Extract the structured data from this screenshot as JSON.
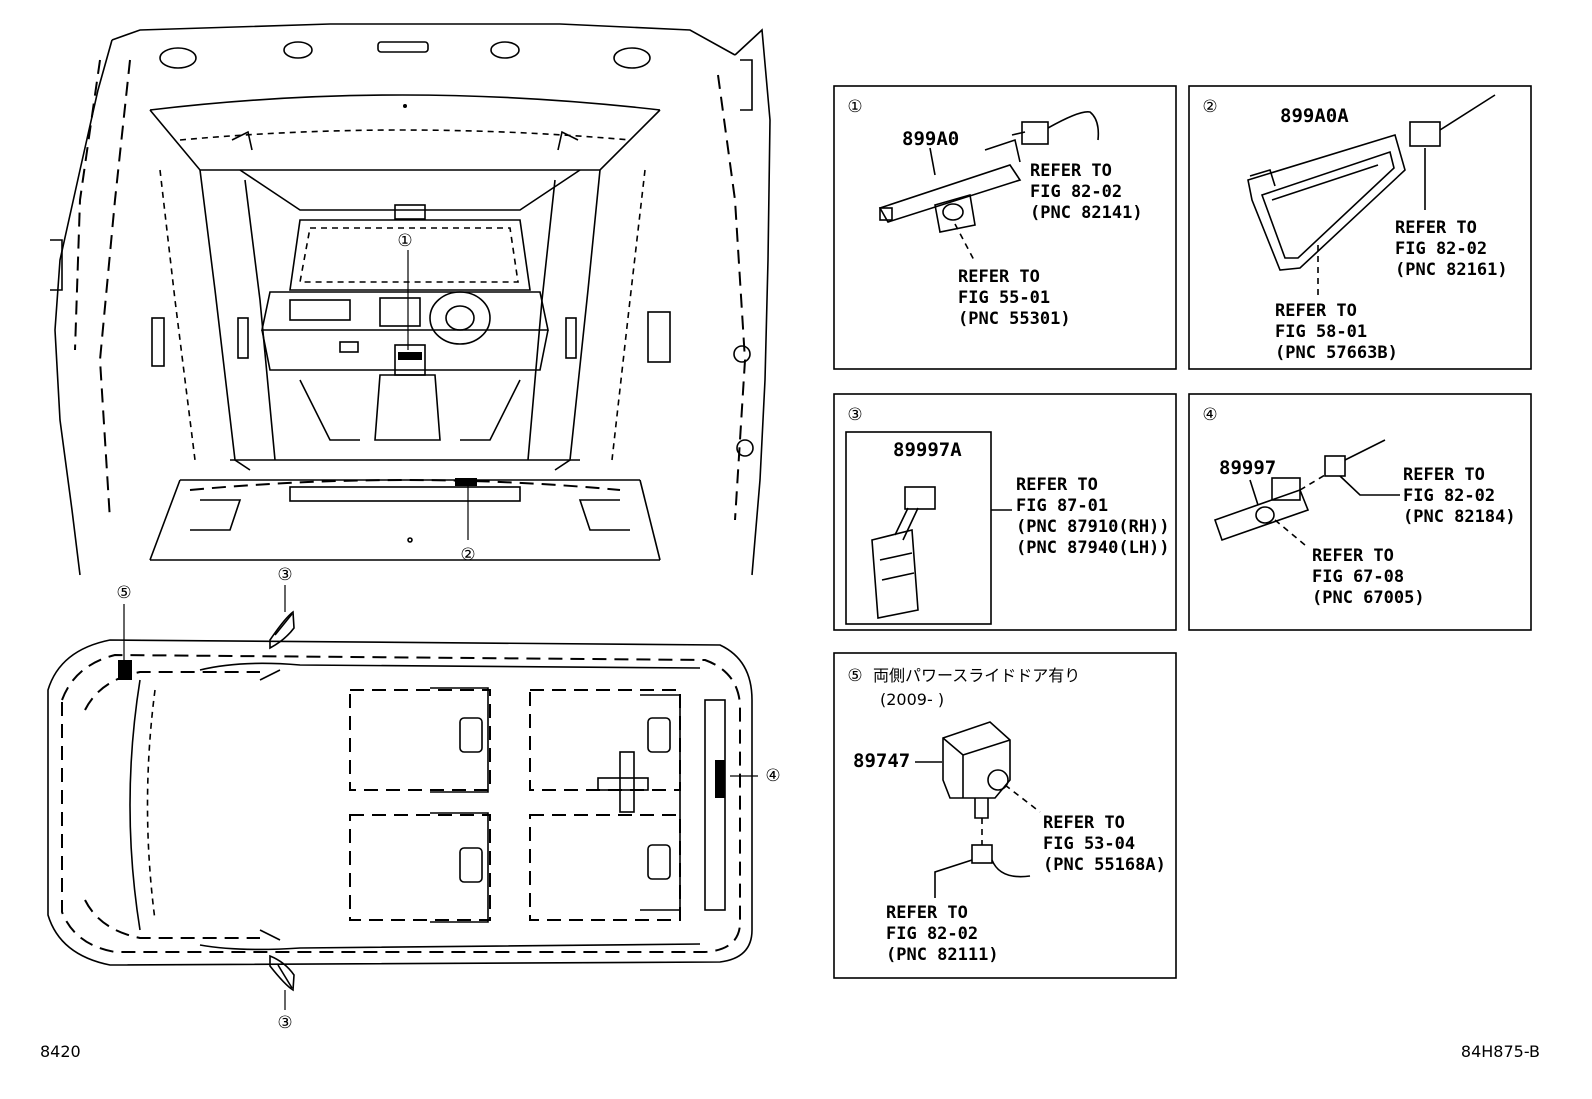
{
  "callouts": [
    "①",
    "②",
    "③",
    "④",
    "⑤"
  ],
  "panels": [
    {
      "id": "1",
      "part_number": "899A0",
      "refs": [
        [
          "REFER TO",
          "FIG 82-02",
          "(PNC 82141)"
        ],
        [
          "REFER TO",
          "FIG 55-01",
          "(PNC 55301)"
        ]
      ]
    },
    {
      "id": "2",
      "part_number": "899A0A",
      "refs": [
        [
          "REFER TO",
          "FIG 82-02",
          "(PNC 82161)"
        ],
        [
          "REFER TO",
          "FIG 58-01",
          "(PNC 57663B)"
        ]
      ]
    },
    {
      "id": "3",
      "part_number": "89997A",
      "refs": [
        [
          "REFER TO",
          "FIG 87-01",
          "(PNC 87910(RH))",
          "(PNC 87940(LH))"
        ]
      ]
    },
    {
      "id": "4",
      "part_number": "89997",
      "refs": [
        [
          "REFER TO",
          "FIG 82-02",
          "(PNC 82184)"
        ],
        [
          "REFER TO",
          "FIG 67-08",
          "(PNC 67005)"
        ]
      ]
    },
    {
      "id": "5",
      "condition": "両側パワースライドドア有り",
      "condition_date": "(2009-      )",
      "part_number": "89747",
      "refs": [
        [
          "REFER TO",
          "FIG 53-04",
          "(PNC 55168A)"
        ],
        [
          "REFER TO",
          "FIG 82-02",
          "(PNC 82111)"
        ]
      ]
    }
  ],
  "footer": {
    "left_code": "8420",
    "right_code": "84H875-B"
  }
}
